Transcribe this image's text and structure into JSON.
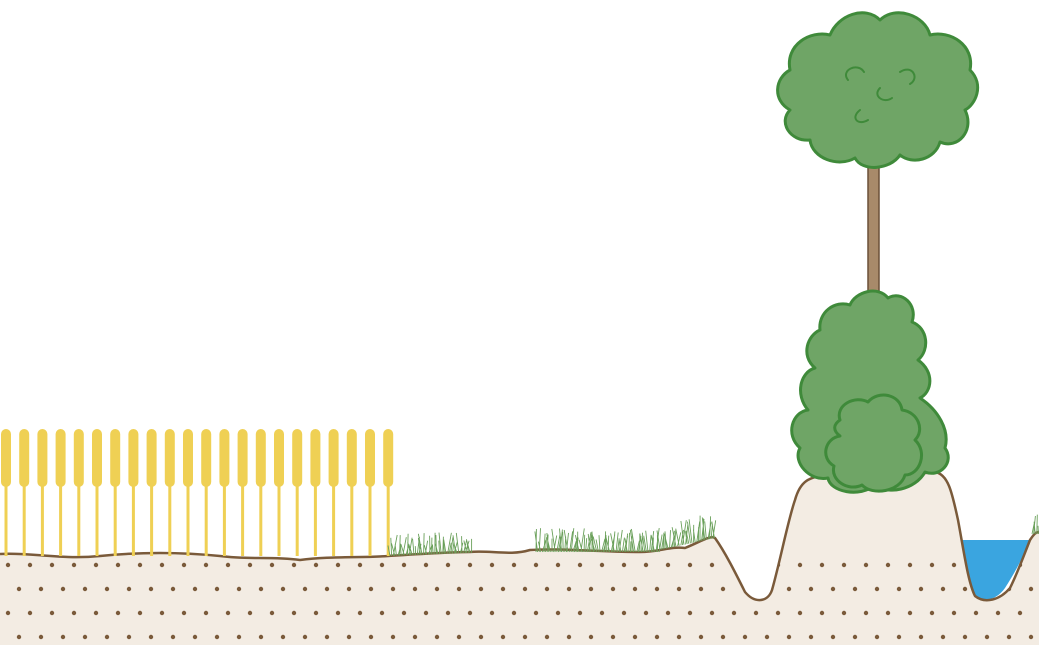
{
  "diagram": {
    "type": "landscape-cross-section",
    "elements": [
      "cropland",
      "grass-strip",
      "grass-buffer",
      "ditch",
      "raised-bank",
      "tree",
      "shrub",
      "stream"
    ]
  },
  "colors": {
    "soil_fill": "#f3ece3",
    "soil_line": "#7a5a3a",
    "soil_dot": "#7a5a3a",
    "crop": "#efd054",
    "grass": "#6aa05a",
    "foliage": "#6fa566",
    "foliage_outline": "#3f8a3a",
    "trunk": "#a88a6a",
    "water": "#3aa5e0"
  }
}
